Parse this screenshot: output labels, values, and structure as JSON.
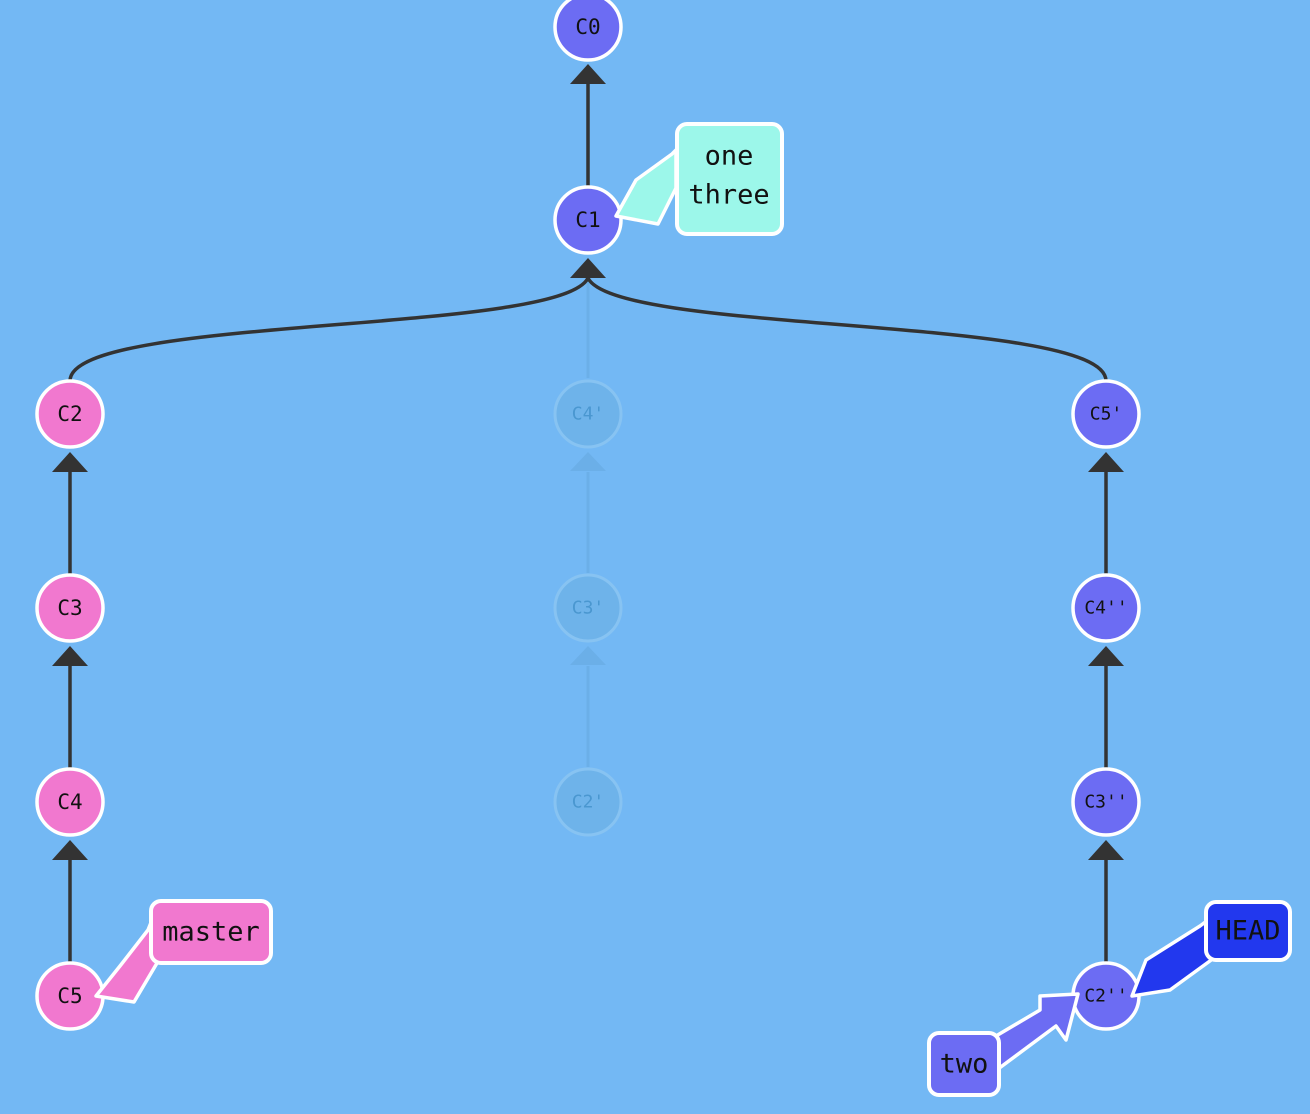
{
  "colors": {
    "background": "#73b8f4",
    "master_commit": "#f178cf",
    "branch_commit": "#6c6cf3",
    "ghost_commit": "#6eb3e8",
    "edge": "#333333",
    "ref_one_three": "#9cf7ea",
    "ref_master": "#f178cf",
    "ref_two": "#6c6cf3",
    "ref_head": "#2238ee"
  },
  "commits": {
    "c0": "C0",
    "c1": "C1",
    "c2": "C2",
    "c3": "C3",
    "c4": "C4",
    "c5": "C5",
    "c4_ghost": "C4'",
    "c3_ghost": "C3'",
    "c2_ghost": "C2'",
    "c5_prime": "C5'",
    "c4_dprime": "C4''",
    "c3_dprime": "C3''",
    "c2_dprime": "C2''"
  },
  "refs": {
    "one": "one",
    "three": "three",
    "master": "master",
    "head": "HEAD",
    "two": "two"
  }
}
